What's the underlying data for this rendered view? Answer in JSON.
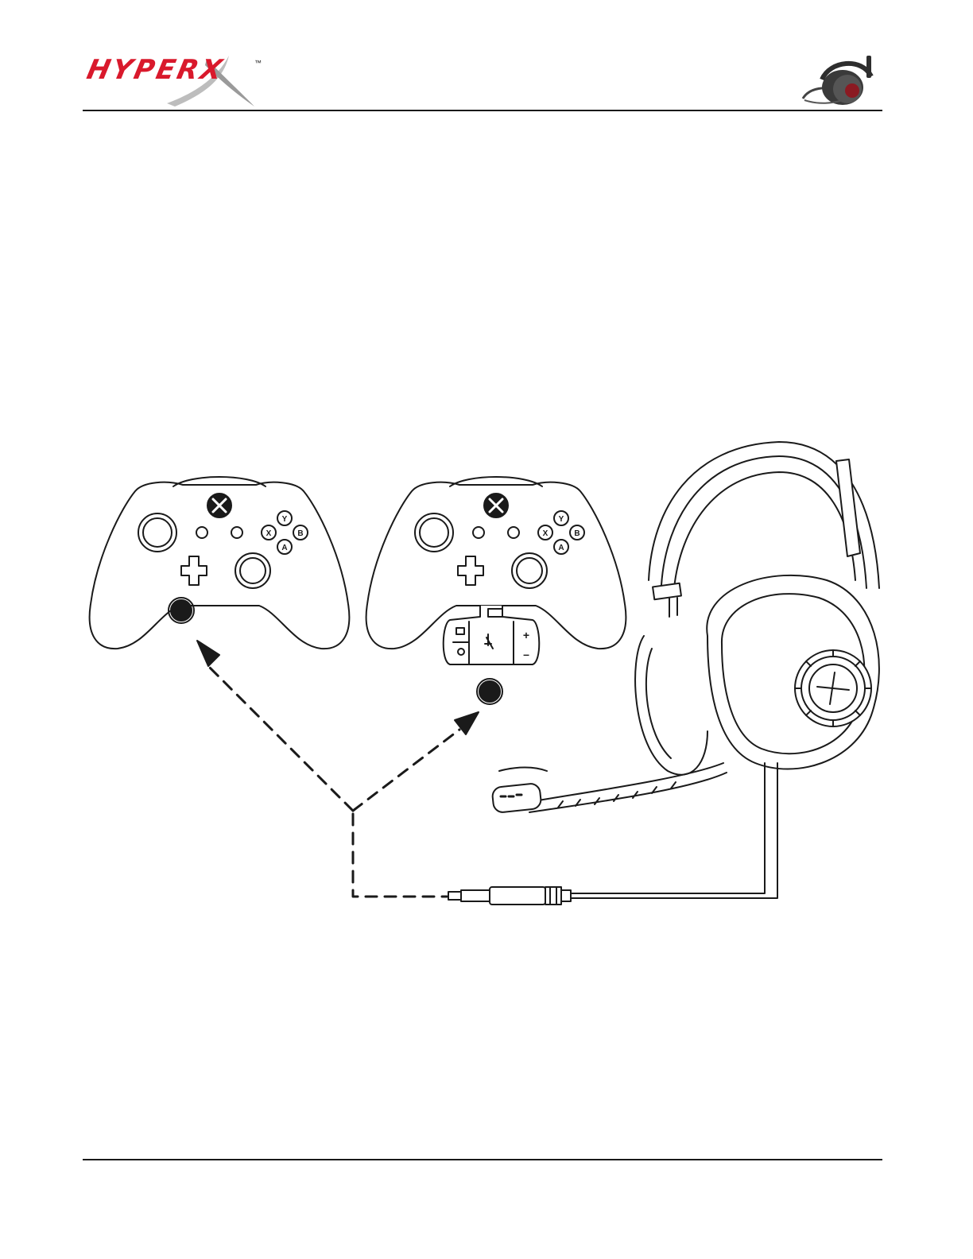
{
  "header": {
    "logo_text": "HYPERX",
    "trademark": "™",
    "thumbnail_icon": "headset-thumbnail-icon"
  },
  "colors": {
    "brand_red": "#d9192c",
    "line": "#1a1a1a"
  },
  "figure": {
    "controller_buttons": {
      "y": "Y",
      "x": "X",
      "b": "B",
      "a": "A"
    },
    "adapter_labels": {
      "plus": "+",
      "minus": "–"
    },
    "icons": [
      "controller-left-icon",
      "controller-right-icon",
      "stereo-adapter-icon",
      "headset-icon",
      "audio-jack-icon",
      "dashed-arrow-left",
      "dashed-arrow-right"
    ]
  }
}
